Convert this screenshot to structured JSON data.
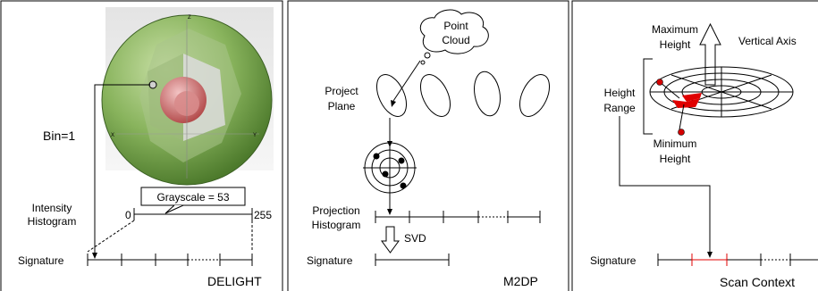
{
  "panels": [
    {
      "caption": "DELIGHT",
      "labels": {
        "bin": "Bin=1",
        "intensity_histogram_line1": "Intensity",
        "intensity_histogram_line2": "Histogram",
        "grayscale_box": "Grayscale = 53",
        "range_min": "0",
        "range_max": "255",
        "signature": "Signature"
      },
      "axis_letters": {
        "z": "Z",
        "x": "X",
        "y": "Y"
      }
    },
    {
      "caption": "M2DP",
      "labels": {
        "point_cloud_line1": "Point",
        "point_cloud_line2": "Cloud",
        "project_plane_line1": "Project",
        "project_plane_line2": "Plane",
        "projection_histogram_line1": "Projection",
        "projection_histogram_line2": "Histogram",
        "svd": "SVD",
        "signature": "Signature"
      }
    },
    {
      "caption": "Scan Context",
      "labels": {
        "maximum_height_line1": "Maximum",
        "maximum_height_line2": "Height",
        "vertical_axis": "Vertical Axis",
        "height_range_line1": "Height",
        "height_range_line2": "Range",
        "minimum_height_line1": "Minimum",
        "minimum_height_line2": "Height",
        "signature": "Signature"
      }
    }
  ],
  "colors": {
    "sphere_green": "#7fae55",
    "inner_red": "#c46060",
    "highlight_red": "#e00000",
    "marker_red": "#d40000"
  }
}
